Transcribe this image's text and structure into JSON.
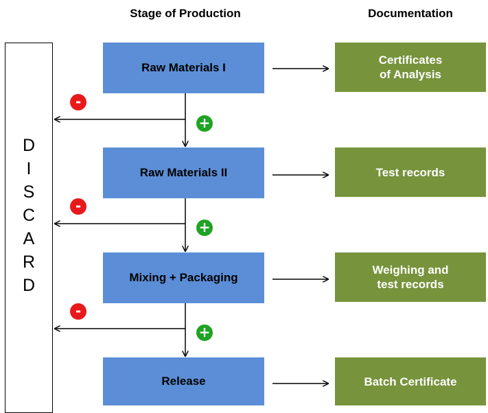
{
  "headers": {
    "stage": "Stage of Production",
    "documentation": "Documentation"
  },
  "discard": {
    "letters": [
      "D",
      "I",
      "S",
      "C",
      "A",
      "R",
      "D"
    ]
  },
  "stages": [
    {
      "label": "Raw Materials I"
    },
    {
      "label": "Raw Materials II"
    },
    {
      "label": "Mixing + Packaging"
    },
    {
      "label": "Release"
    }
  ],
  "documents": [
    {
      "label": "Certificates\nof Analysis"
    },
    {
      "label": "Test records"
    },
    {
      "label": "Weighing and\ntest records"
    },
    {
      "label": "Batch Certificate"
    }
  ],
  "decisions": {
    "reject_symbol": "-",
    "pass_symbol": "+"
  },
  "colors": {
    "stage_box": "#5B8ED6",
    "doc_box": "#77933C",
    "reject": "#E8191A",
    "pass": "#1FA324"
  }
}
